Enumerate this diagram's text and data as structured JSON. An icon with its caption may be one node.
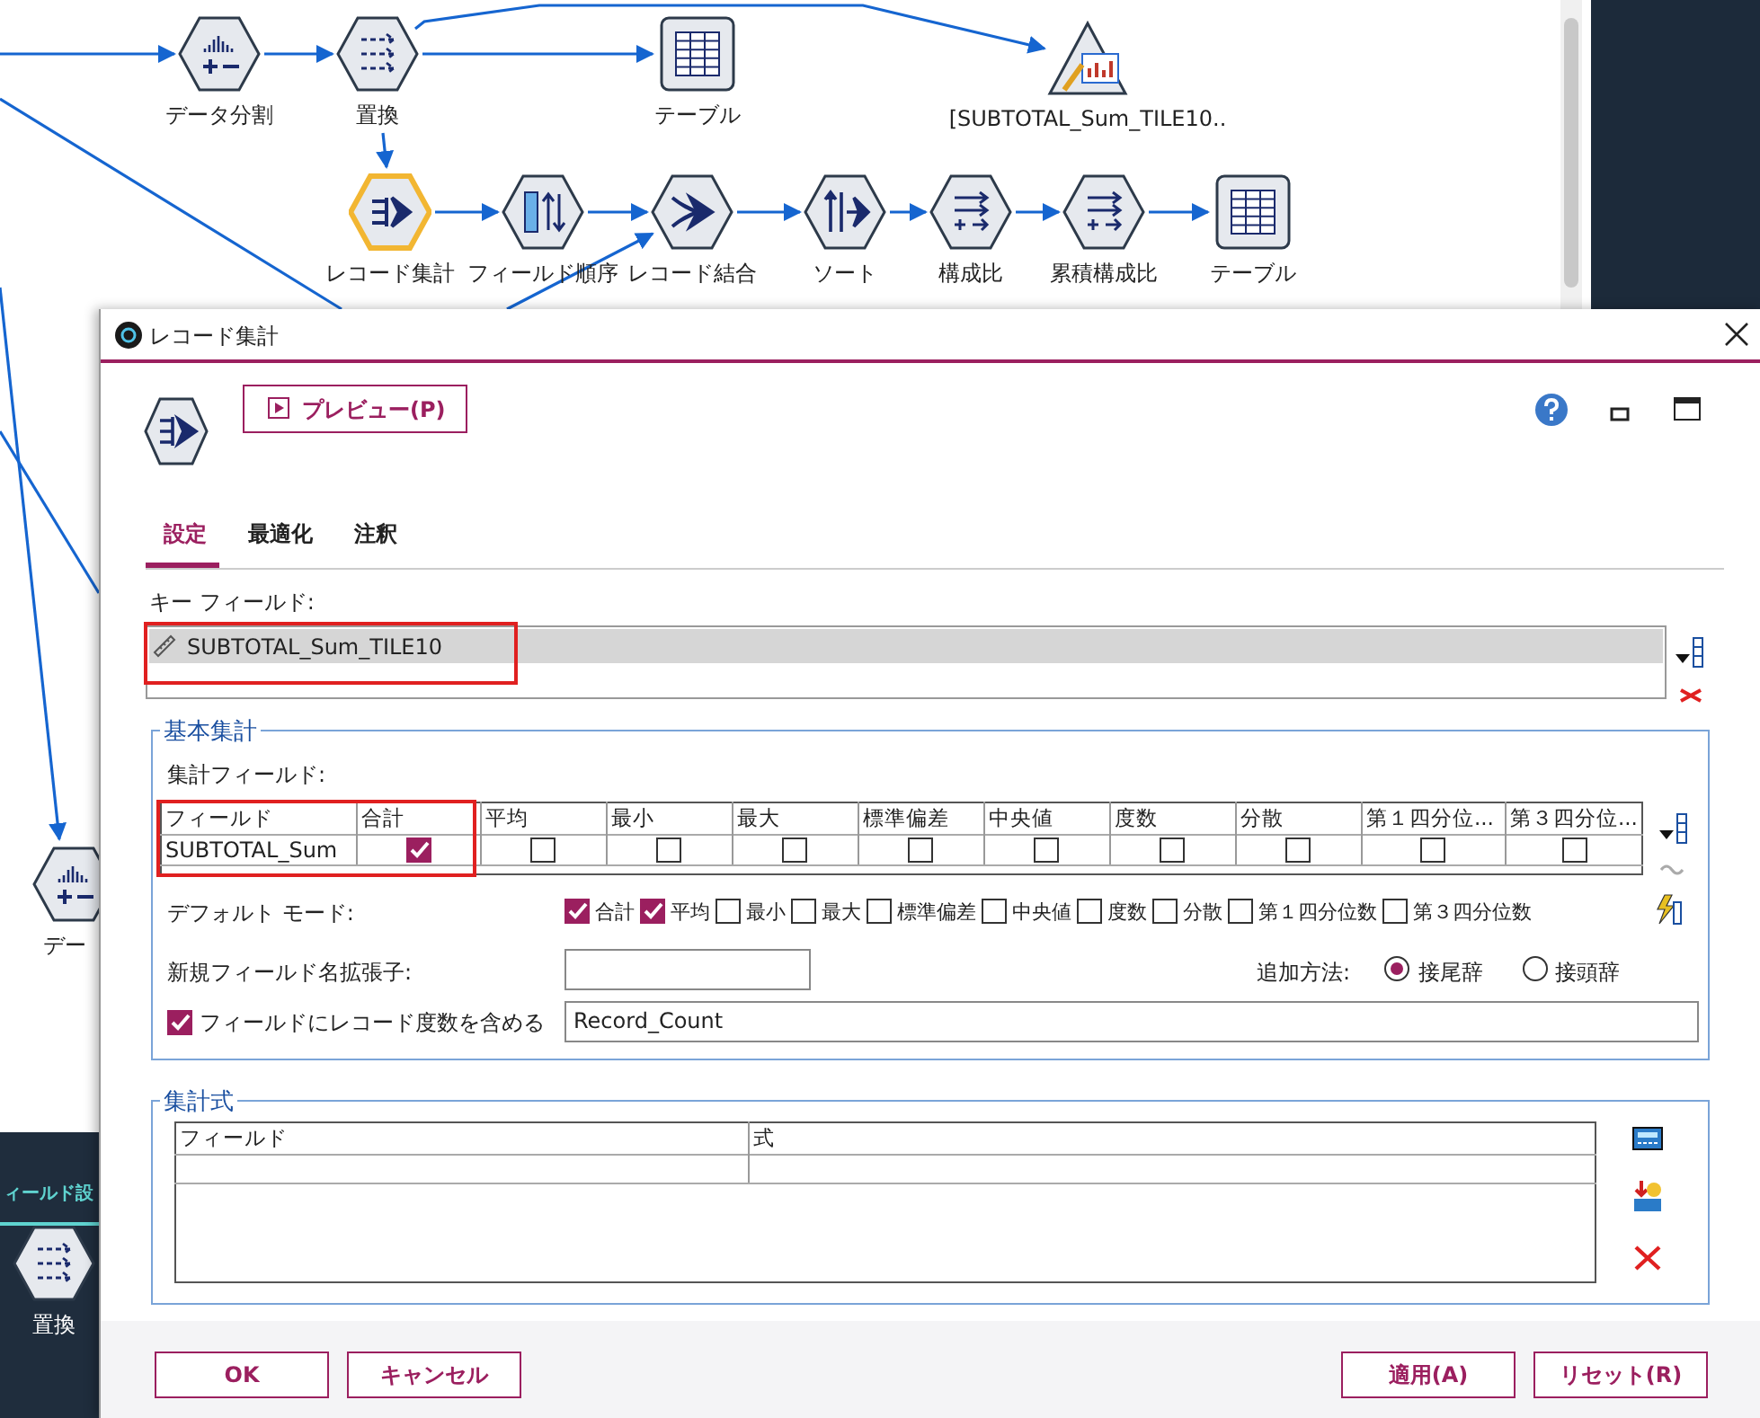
{
  "diagram": {
    "nodes": [
      {
        "text": [
          "データ分割"
        ]
      },
      {
        "text": [
          "置換"
        ]
      },
      {
        "text": [
          "テーブル"
        ]
      },
      {
        "text": [
          "[SUBTOTAL_Sum_TILE10.."
        ]
      },
      {
        "text": [
          "レコード集計"
        ]
      },
      {
        "text": [
          "フィールド順序"
        ]
      },
      {
        "text": [
          "レコード結合"
        ]
      },
      {
        "text": [
          "ソート"
        ]
      },
      {
        "text": [
          "構成比"
        ]
      },
      {
        "text": [
          "累積構成比"
        ]
      },
      {
        "text": [
          "テーブル"
        ]
      },
      {
        "text": [
          "デー"
        ]
      },
      {
        "text": [
          "置換"
        ]
      }
    ],
    "edges": [
      {
        "from": null,
        "to": 0,
        "arrow": "to"
      },
      {
        "from": 0,
        "to": 1,
        "arrow": "to"
      },
      {
        "from": 1,
        "to": 2,
        "arrow": "to"
      },
      {
        "from": 1,
        "to": 3,
        "arrow": "to"
      },
      {
        "from": 1,
        "to": 4,
        "arrow": "to"
      },
      {
        "from": 4,
        "to": 5,
        "arrow": "to"
      },
      {
        "from": 5,
        "to": 6,
        "arrow": "to"
      },
      {
        "from": 6,
        "to": 7,
        "arrow": "to"
      },
      {
        "from": 7,
        "to": 8,
        "arrow": "to"
      },
      {
        "from": 8,
        "to": 9,
        "arrow": "to"
      },
      {
        "from": 9,
        "to": 10,
        "arrow": "to"
      },
      {
        "from": null,
        "to": 6,
        "arrow": "to"
      },
      {
        "from": null,
        "to": 11,
        "arrow": "to"
      }
    ],
    "labels": [
      "レコード集計",
      "プレビュー(P)",
      "設定",
      "最適化",
      "注釈",
      "キー フィールド:",
      "SUBTOTAL_Sum_TILE10",
      "基本集計",
      "集計フィールド:",
      "フィールド",
      "合計",
      "平均",
      "最小",
      "最大",
      "標準偏差",
      "中央値",
      "度数",
      "分散",
      "第１四分位...",
      "第３四分位...",
      "SUBTOTAL_Sum",
      "デフォルト モード:",
      "合計",
      "平均",
      "最小",
      "最大",
      "標準偏差",
      "中央値",
      "度数",
      "分散",
      "第１四分位数",
      "第３四分位数",
      "新規フィールド名拡張子:",
      "追加方法:",
      "接尾辞",
      "接頭辞",
      "フィールドにレコード度数を含める",
      "Record_Count",
      "集計式",
      "フィールド",
      "式",
      "OK",
      "キャンセル",
      "適用(A)",
      "リセット(R)",
      "ィールド設"
    ]
  }
}
